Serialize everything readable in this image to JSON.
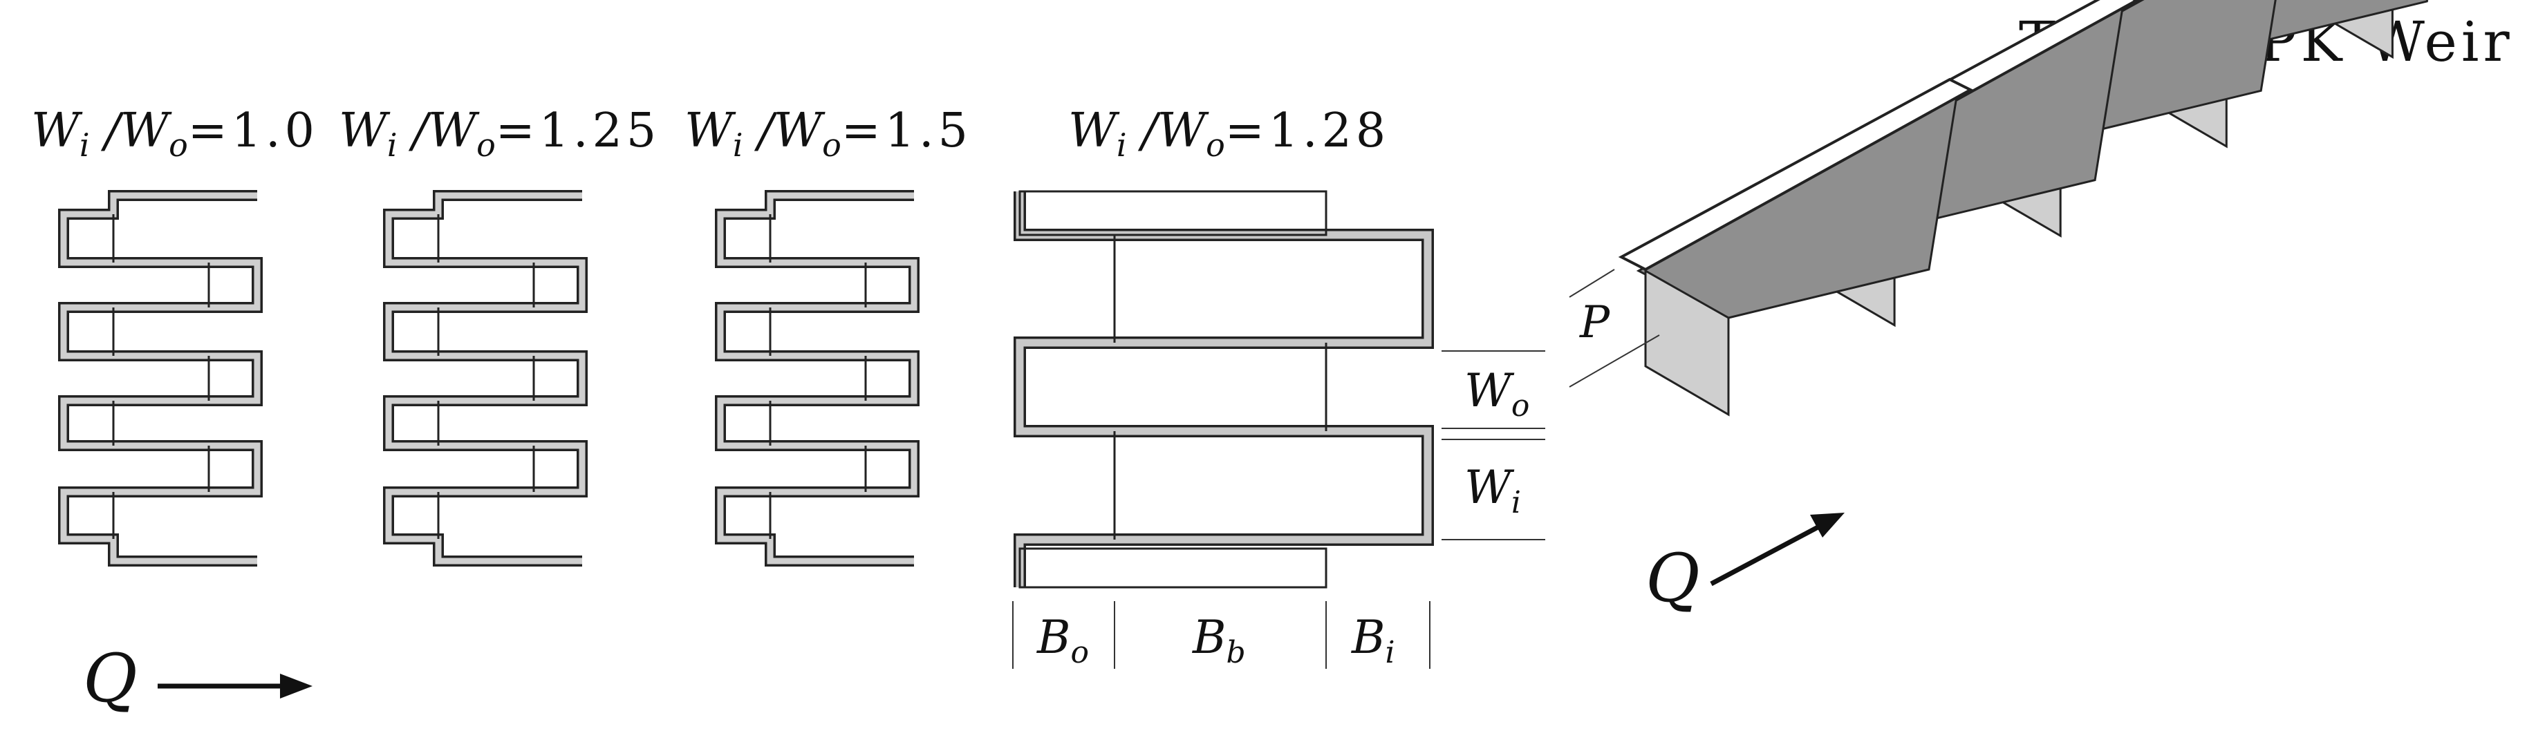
{
  "title": "Type A PK Weir",
  "ratios": [
    {
      "sym_i": "W",
      "sub_i": "i",
      "sym_o": "W",
      "sub_o": "o",
      "value": "=1.0"
    },
    {
      "sym_i": "W",
      "sub_i": "i",
      "sym_o": "W",
      "sub_o": "o",
      "value": "=1.25"
    },
    {
      "sym_i": "W",
      "sub_i": "i",
      "sym_o": "W",
      "sub_o": "o",
      "value": "=1.5"
    },
    {
      "sym_i": "W",
      "sub_i": "i",
      "sym_o": "W",
      "sub_o": "o",
      "value": "=1.28"
    }
  ],
  "flow_symbol": "Q",
  "dimension_labels": {
    "Wo": {
      "sym": "W",
      "sub": "o"
    },
    "Wi": {
      "sym": "W",
      "sub": "i"
    },
    "Bo": {
      "sym": "B",
      "sub": "o"
    },
    "Bb": {
      "sym": "B",
      "sub": "b"
    },
    "Bi": {
      "sym": "B",
      "sub": "i"
    },
    "P": "P"
  },
  "colors": {
    "wall_fill": "#c8c8c8",
    "stroke": "#222222",
    "dark_face": "#8f8f8f",
    "light_face": "#cfcfcf"
  }
}
